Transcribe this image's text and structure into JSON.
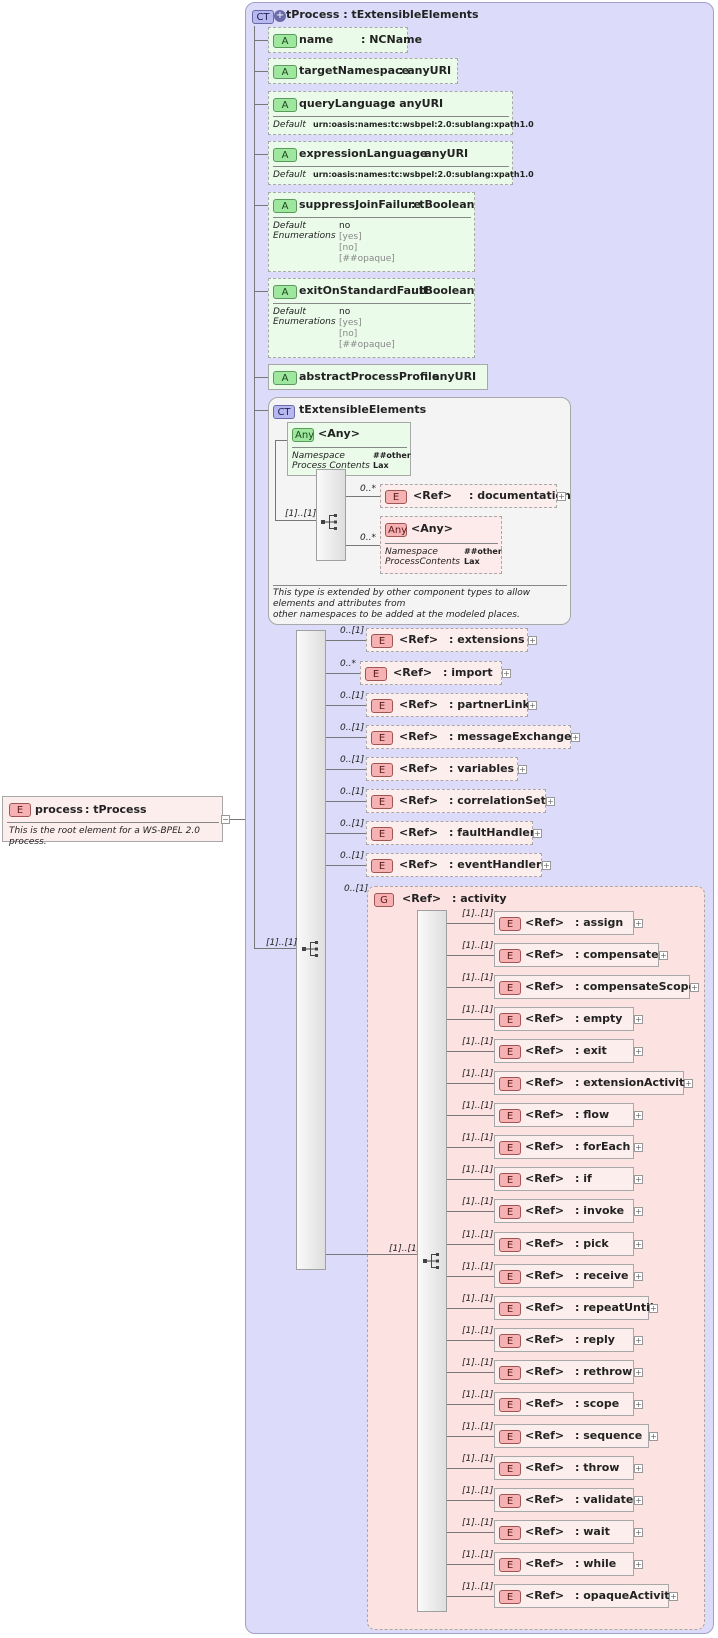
{
  "root_element": {
    "badge": "E",
    "name": "process",
    "type": ": tProcess",
    "doc": "This is the root element for a WS-BPEL 2.0 process."
  },
  "complex_type": {
    "badge": "CT",
    "title": "tProcess : tExtensibleElements"
  },
  "attributes": [
    {
      "badge": "A",
      "name": "name",
      "type": ": NCName"
    },
    {
      "badge": "A",
      "name": "targetNamespace",
      "type": ": anyURI"
    },
    {
      "badge": "A",
      "name": "queryLanguage",
      "type": ": anyURI",
      "default_label": "Default",
      "default_value": "urn:oasis:names:tc:wsbpel:2.0:sublang:xpath1.0"
    },
    {
      "badge": "A",
      "name": "expressionLanguage",
      "type": ": anyURI",
      "default_label": "Default",
      "default_value": "urn:oasis:names:tc:wsbpel:2.0:sublang:xpath1.0"
    },
    {
      "badge": "A",
      "name": "suppressJoinFailure",
      "type": ": tBoolean",
      "default_label": "Default",
      "enum_label": "Enumerations",
      "default_value": "no",
      "enums": [
        "[yes]",
        "[no]",
        "[##opaque]"
      ]
    },
    {
      "badge": "A",
      "name": "exitOnStandardFault",
      "type": ": tBoolean",
      "default_label": "Default",
      "enum_label": "Enumerations",
      "default_value": "no",
      "enums": [
        "[yes]",
        "[no]",
        "[##opaque]"
      ]
    },
    {
      "badge": "A",
      "name": "abstractProcessProfile",
      "type": ": anyURI"
    }
  ],
  "extensible": {
    "badge": "CT",
    "title": "tExtensibleElements",
    "any_attr": {
      "badge": "Any",
      "title": "<Any>",
      "ns_label": "Namespace",
      "ns_value": "##other",
      "pc_label": "Process Contents",
      "pc_value": "Lax"
    },
    "seq_card": "[1]..[1]",
    "doc_ref": {
      "badge": "E",
      "ref": "<Ref>",
      "name": ": documentation",
      "card": "0..*"
    },
    "any_elem": {
      "badge": "Any",
      "title": "<Any>",
      "ns_label": "Namespace",
      "ns_value": "##other",
      "pc_label": "ProcessContents",
      "pc_value": "Lax",
      "card": "0..*"
    },
    "doc_text": [
      "This type is extended by other component types to allow elements and attributes from",
      "other namespaces to be added at the modeled places."
    ]
  },
  "main_seq_card": "[1]..[1]",
  "elements": [
    {
      "badge": "E",
      "ref": "<Ref>",
      "name": ": extensions",
      "card": "0..[1]"
    },
    {
      "badge": "E",
      "ref": "<Ref>",
      "name": ": import",
      "card": "0..*"
    },
    {
      "badge": "E",
      "ref": "<Ref>",
      "name": ": partnerLinks",
      "card": "0..[1]"
    },
    {
      "badge": "E",
      "ref": "<Ref>",
      "name": ": messageExchanges",
      "card": "0..[1]"
    },
    {
      "badge": "E",
      "ref": "<Ref>",
      "name": ": variables",
      "card": "0..[1]"
    },
    {
      "badge": "E",
      "ref": "<Ref>",
      "name": ": correlationSets",
      "card": "0..[1]"
    },
    {
      "badge": "E",
      "ref": "<Ref>",
      "name": ": faultHandlers",
      "card": "0..[1]"
    },
    {
      "badge": "E",
      "ref": "<Ref>",
      "name": ": eventHandlers",
      "card": "0..[1]"
    }
  ],
  "group": {
    "badge": "G",
    "ref": "<Ref>",
    "name": ": activity",
    "card": "0..[1]",
    "choice_card": "[1]..[1]",
    "activities": [
      {
        "ref": "<Ref>",
        "name": ": assign",
        "card": "[1]..[1]"
      },
      {
        "ref": "<Ref>",
        "name": ": compensate",
        "card": "[1]..[1]"
      },
      {
        "ref": "<Ref>",
        "name": ": compensateScope",
        "card": "[1]..[1]"
      },
      {
        "ref": "<Ref>",
        "name": ": empty",
        "card": "[1]..[1]"
      },
      {
        "ref": "<Ref>",
        "name": ": exit",
        "card": "[1]..[1]"
      },
      {
        "ref": "<Ref>",
        "name": ": extensionActivity",
        "card": "[1]..[1]"
      },
      {
        "ref": "<Ref>",
        "name": ": flow",
        "card": "[1]..[1]"
      },
      {
        "ref": "<Ref>",
        "name": ": forEach",
        "card": "[1]..[1]"
      },
      {
        "ref": "<Ref>",
        "name": ": if",
        "card": "[1]..[1]"
      },
      {
        "ref": "<Ref>",
        "name": ": invoke",
        "card": "[1]..[1]"
      },
      {
        "ref": "<Ref>",
        "name": ": pick",
        "card": "[1]..[1]"
      },
      {
        "ref": "<Ref>",
        "name": ": receive",
        "card": "[1]..[1]"
      },
      {
        "ref": "<Ref>",
        "name": ": repeatUntil",
        "card": "[1]..[1]"
      },
      {
        "ref": "<Ref>",
        "name": ": reply",
        "card": "[1]..[1]"
      },
      {
        "ref": "<Ref>",
        "name": ": rethrow",
        "card": "[1]..[1]"
      },
      {
        "ref": "<Ref>",
        "name": ": scope",
        "card": "[1]..[1]"
      },
      {
        "ref": "<Ref>",
        "name": ": sequence",
        "card": "[1]..[1]"
      },
      {
        "ref": "<Ref>",
        "name": ": throw",
        "card": "[1]..[1]"
      },
      {
        "ref": "<Ref>",
        "name": ": validate",
        "card": "[1]..[1]"
      },
      {
        "ref": "<Ref>",
        "name": ": wait",
        "card": "[1]..[1]"
      },
      {
        "ref": "<Ref>",
        "name": ": while",
        "card": "[1]..[1]"
      },
      {
        "ref": "<Ref>",
        "name": ": opaqueActivity",
        "card": "[1]..[1]"
      }
    ]
  }
}
